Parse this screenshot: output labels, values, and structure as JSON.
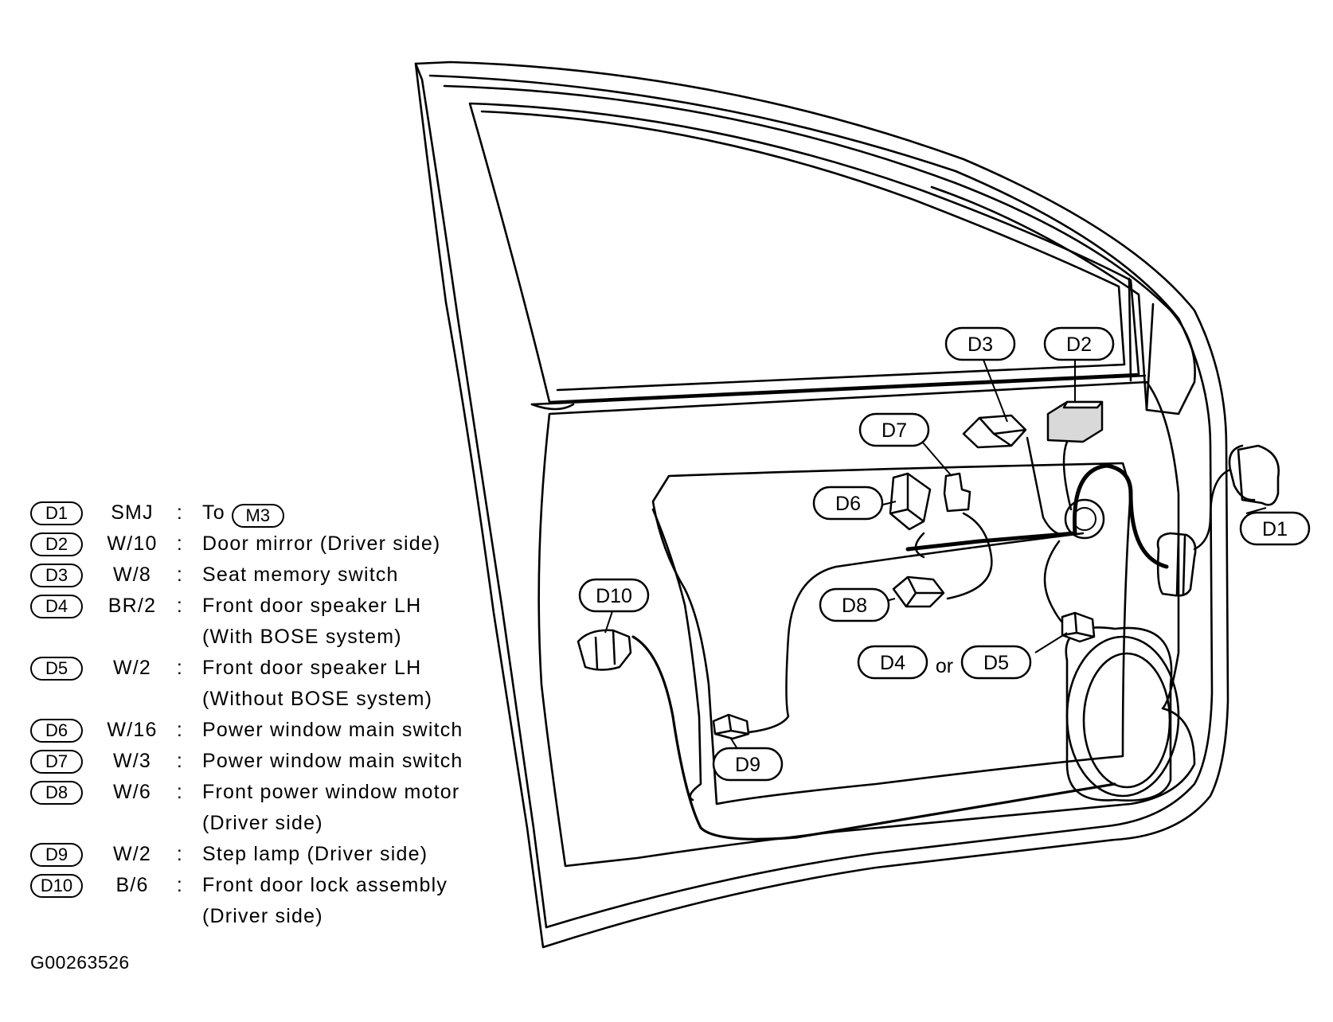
{
  "callouts": {
    "D1": "D1",
    "D2": "D2",
    "D3": "D3",
    "D4": "D4",
    "D5": "D5",
    "D6": "D6",
    "D7": "D7",
    "D8": "D8",
    "D9": "D9",
    "D10": "D10",
    "or": "or"
  },
  "legend": {
    "items": [
      {
        "id": "D1",
        "code": "SMJ",
        "desc": "To",
        "ref": "M3"
      },
      {
        "id": "D2",
        "code": "W/10",
        "desc": "Door mirror (Driver side)"
      },
      {
        "id": "D3",
        "code": "W/8",
        "desc": "Seat memory switch"
      },
      {
        "id": "D4",
        "code": "BR/2",
        "desc": "Front door speaker LH",
        "desc2": "(With BOSE system)"
      },
      {
        "id": "D5",
        "code": "W/2",
        "desc": "Front door speaker LH",
        "desc2": "(Without BOSE system)"
      },
      {
        "id": "D6",
        "code": "W/16",
        "desc": "Power window main switch"
      },
      {
        "id": "D7",
        "code": "W/3",
        "desc": "Power window main switch"
      },
      {
        "id": "D8",
        "code": "W/6",
        "desc": "Front power window motor",
        "desc2": "(Driver side)"
      },
      {
        "id": "D9",
        "code": "W/2",
        "desc": "Step lamp (Driver side)"
      },
      {
        "id": "D10",
        "code": "B/6",
        "desc": "Front door lock assembly",
        "desc2": "(Driver side)"
      }
    ],
    "separator": ":"
  },
  "figure_id": "G00263526"
}
